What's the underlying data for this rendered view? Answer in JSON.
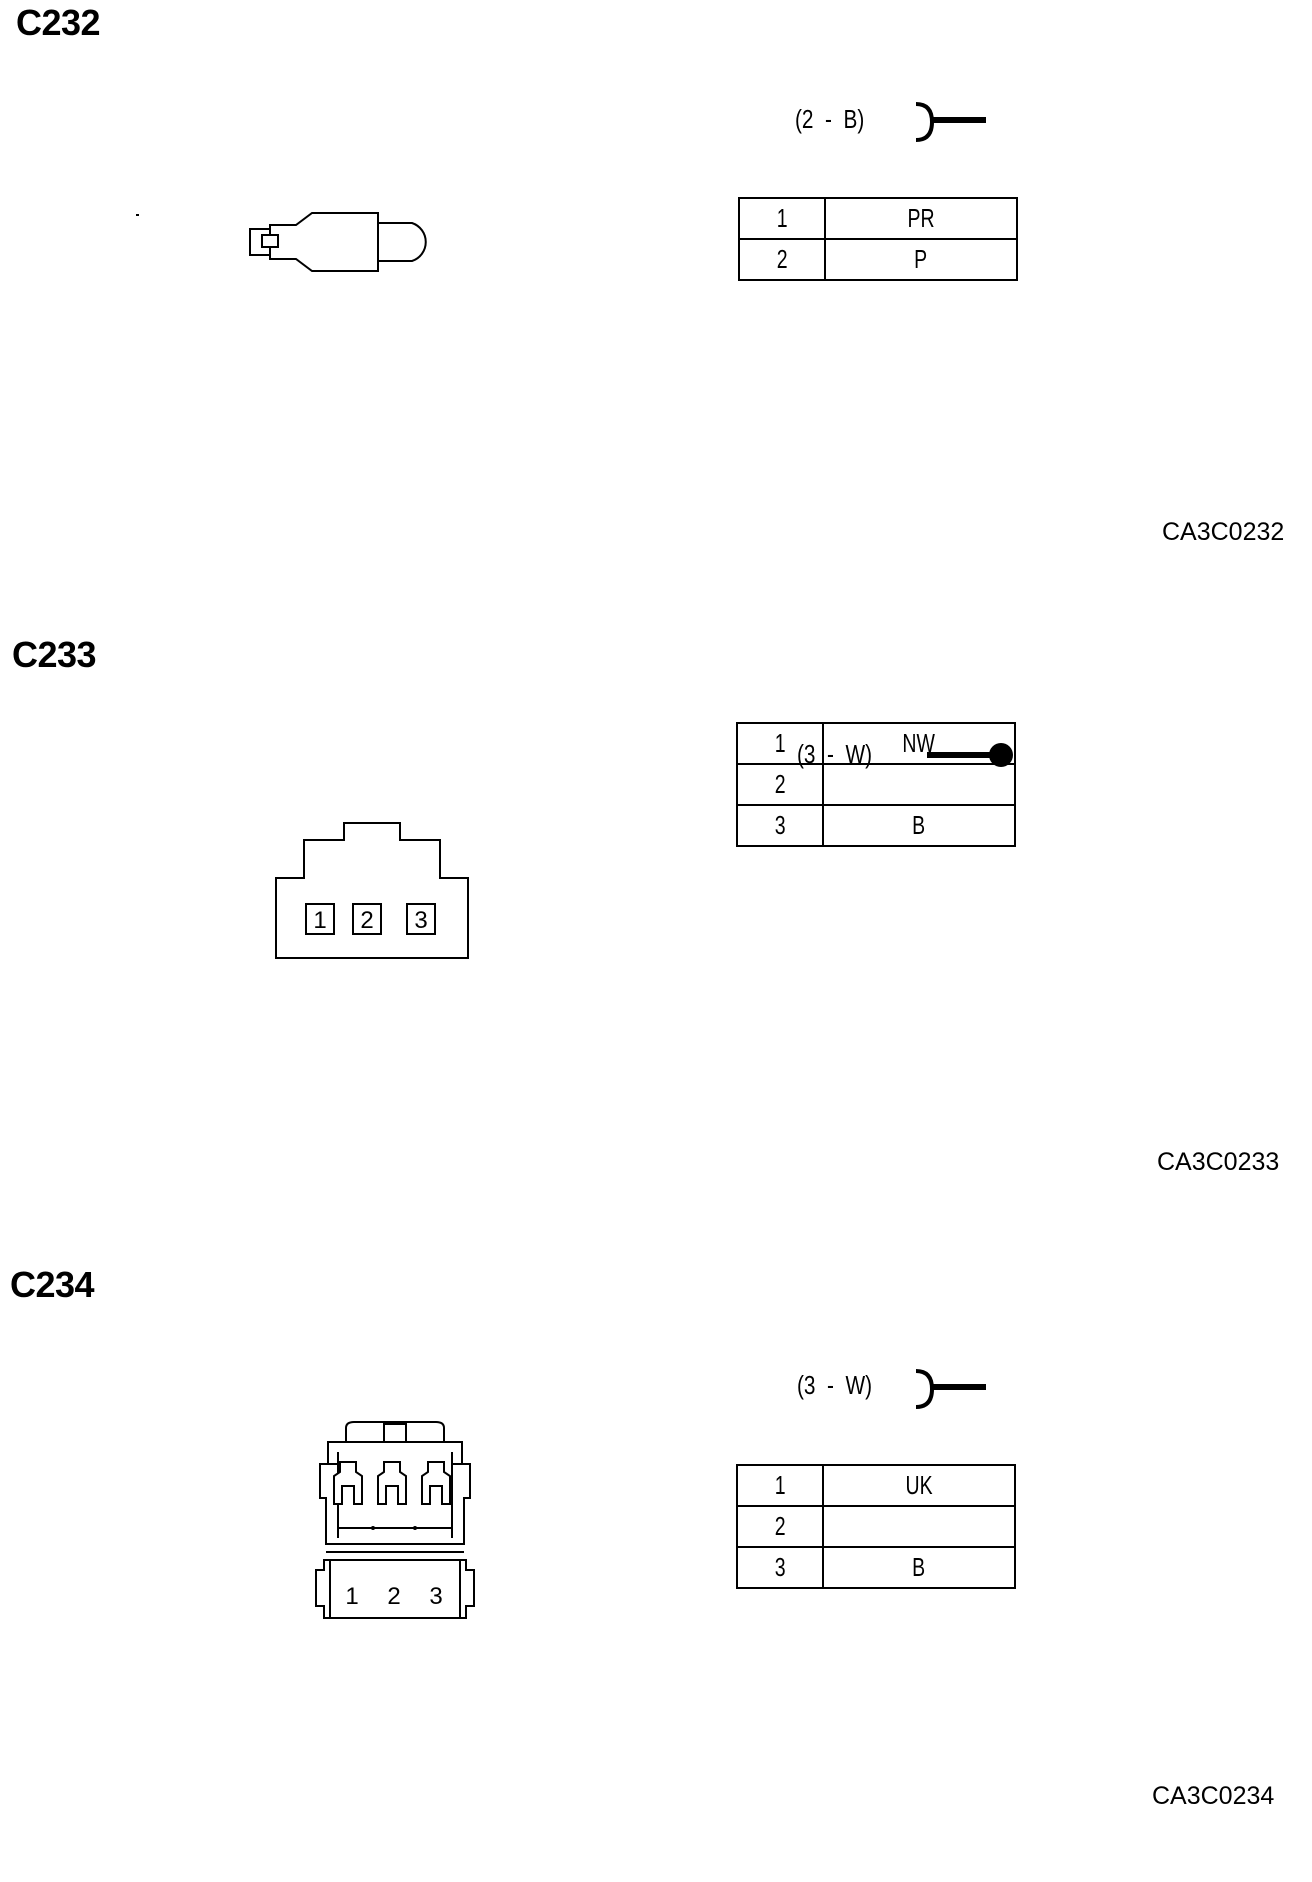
{
  "connectors": [
    {
      "id": "C232",
      "spec": "(2  -  B)",
      "terminal": "female-fork-icon",
      "pins": [
        {
          "pin": "1",
          "wire": "PR"
        },
        {
          "pin": "2",
          "wire": "P"
        }
      ],
      "ref": "CA3C0232"
    },
    {
      "id": "C233",
      "spec": "(3  -  W)",
      "terminal": "male-pin-icon",
      "pins": [
        {
          "pin": "1",
          "wire": "NW"
        },
        {
          "pin": "2",
          "wire": ""
        },
        {
          "pin": "3",
          "wire": "B"
        }
      ],
      "face_labels": [
        "1",
        "2",
        "3"
      ],
      "ref": "CA3C0233"
    },
    {
      "id": "C234",
      "spec": "(3  -  W)",
      "terminal": "female-fork-icon",
      "pins": [
        {
          "pin": "1",
          "wire": "UK"
        },
        {
          "pin": "2",
          "wire": ""
        },
        {
          "pin": "3",
          "wire": "B"
        }
      ],
      "face_labels": [
        "1",
        "2",
        "3"
      ],
      "ref": "CA3C0234"
    }
  ]
}
